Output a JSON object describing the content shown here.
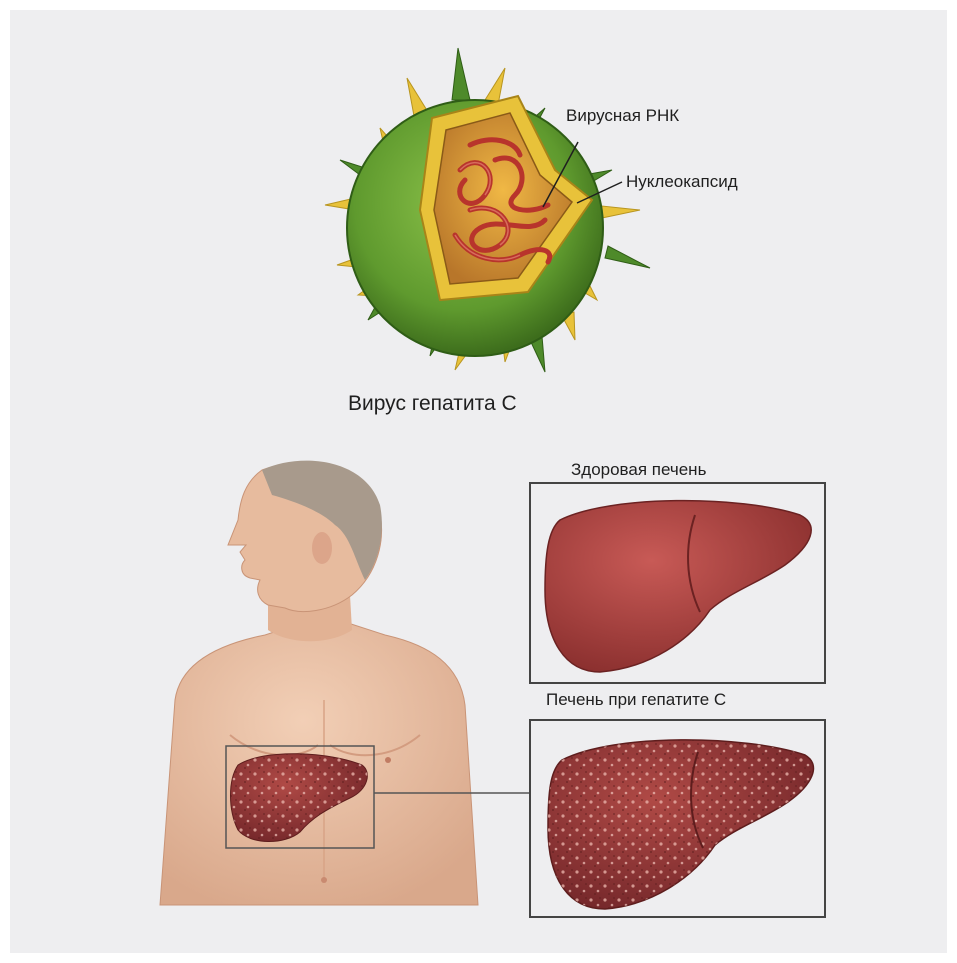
{
  "labels": {
    "viral_rna": "Вирусная РНК",
    "nucleocapsid": "Нуклеокапсид",
    "virus_title": "Вирус гепатита С",
    "healthy_liver": "Здоровая печень",
    "liver_hepatitis_c": "Печень при гепатите С"
  },
  "colors": {
    "background": "#eeeef0",
    "envelope_green": "#5f9a2e",
    "capsid_yellow": "#e8c23a",
    "rna_red": "#b8342c",
    "liver_healthy": "#a8403e",
    "liver_diseased": "#8e3432",
    "skin": "#e9bfa3"
  }
}
